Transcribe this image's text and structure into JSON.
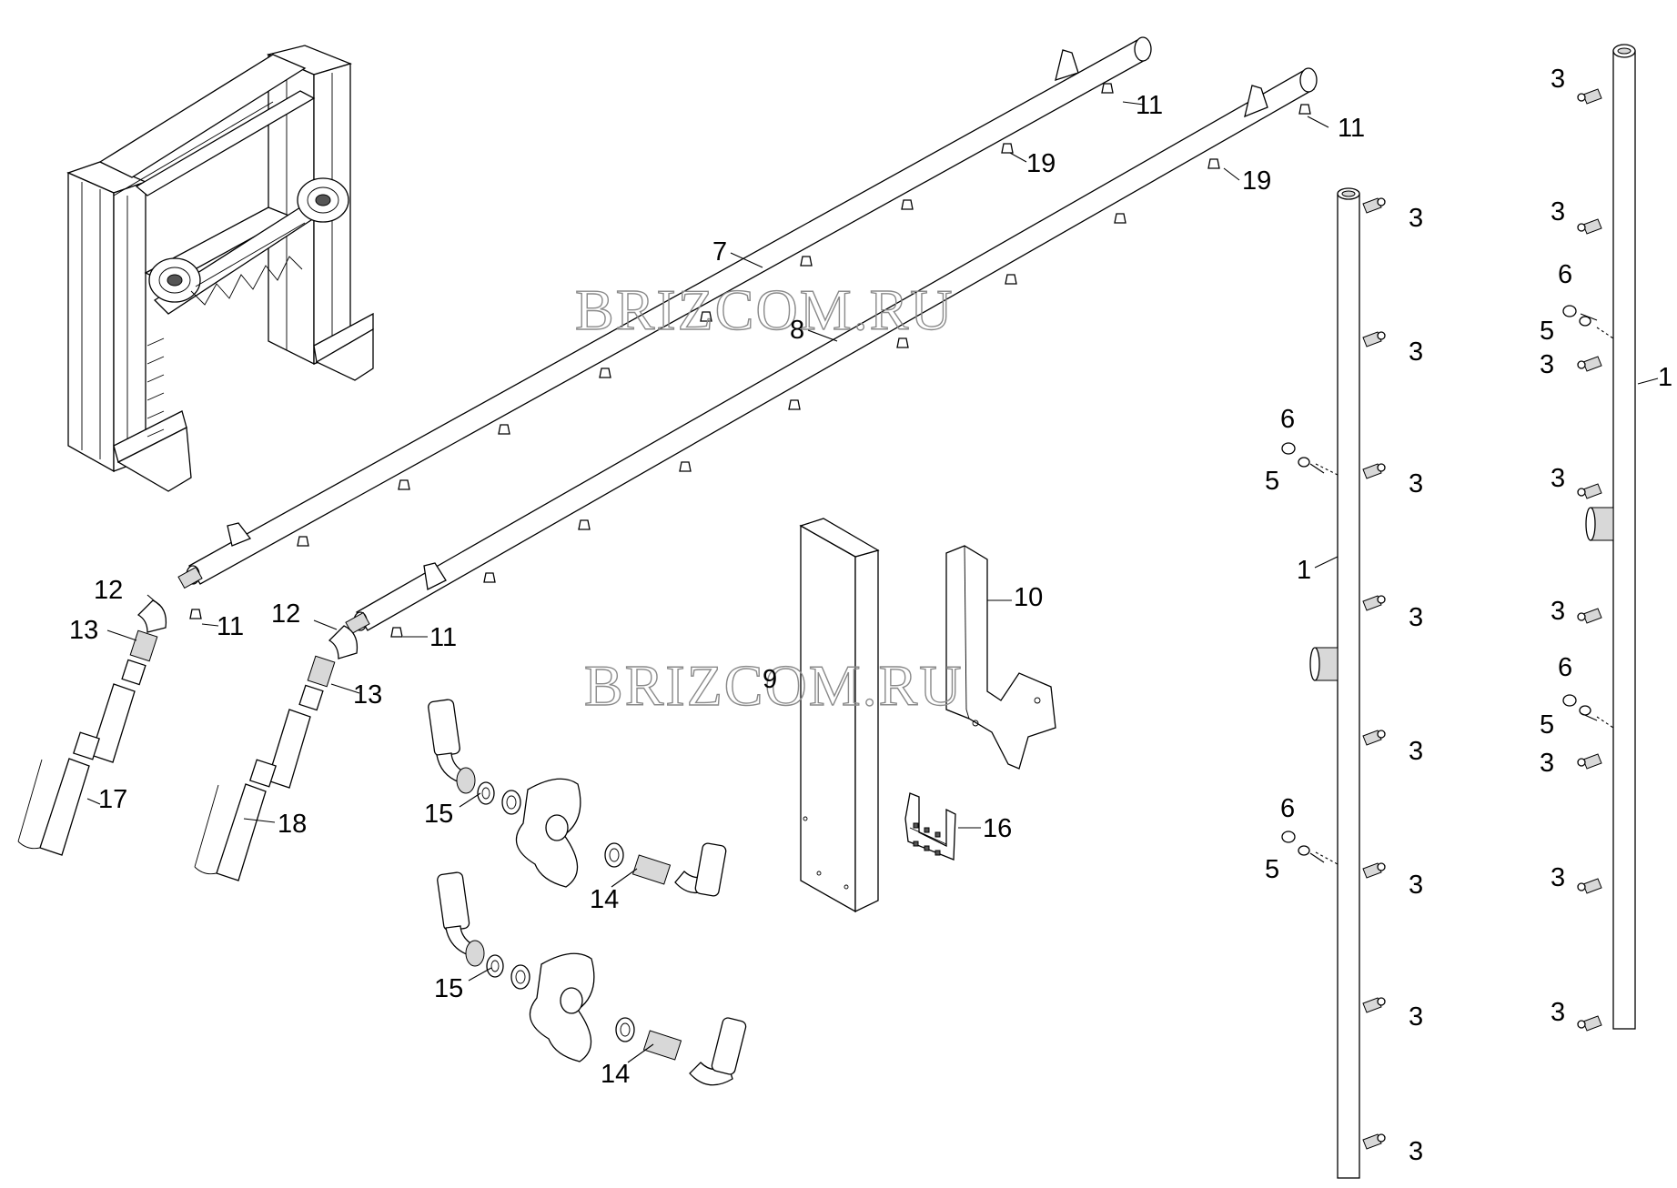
{
  "watermark": {
    "text": "BRIZCOM.RU"
  },
  "callouts": {
    "c1a": "1",
    "c1b": "1",
    "c3_1": "3",
    "c3_2": "3",
    "c3_3": "3",
    "c3_4": "3",
    "c3_5": "3",
    "c3_6": "3",
    "c3_7": "3",
    "c3_8": "3",
    "c3_9": "3",
    "c3_10": "3",
    "c3_11": "3",
    "c3_12": "3",
    "c3_13": "3",
    "c3_14": "3",
    "c3_15": "3",
    "c3_16": "3",
    "c5_1": "5",
    "c5_2": "5",
    "c5_3": "5",
    "c5_4": "5",
    "c6_1": "6",
    "c6_2": "6",
    "c6_3": "6",
    "c6_4": "6",
    "c7": "7",
    "c8": "8",
    "c9": "9",
    "c10": "10",
    "c11_1": "11",
    "c11_2": "11",
    "c11_3": "11",
    "c11_4": "11",
    "c12_1": "12",
    "c12_2": "12",
    "c13_1": "13",
    "c13_2": "13",
    "c14_1": "14",
    "c14_2": "14",
    "c15_1": "15",
    "c15_2": "15",
    "c16": "16",
    "c17": "17",
    "c18": "18",
    "c19_1": "19",
    "c19_2": "19"
  }
}
